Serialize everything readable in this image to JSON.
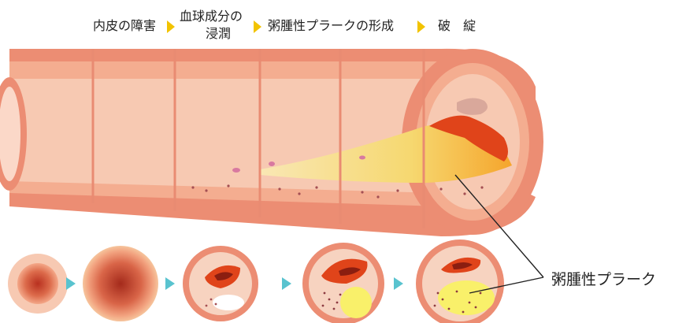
{
  "stages": [
    {
      "label": "内皮の障害"
    },
    {
      "label_line1": "血球成分の",
      "label_line2": "浸潤"
    },
    {
      "label": "粥腫性プラークの形成"
    },
    {
      "label": "破　綻"
    }
  ],
  "callout": {
    "label": "粥腫性プラーク"
  },
  "colors": {
    "vessel_outer": "#ec8d73",
    "vessel_wall": "#f4ad90",
    "vessel_inner": "#f7c9b2",
    "plaque": "#f7de8a",
    "rupture": "#e0441a",
    "arrow_yellow": "#f2c300",
    "arrow_cyan": "#59c3cf"
  },
  "icons": [
    "stage-arrow-icon",
    "progression-arrow-icon"
  ]
}
